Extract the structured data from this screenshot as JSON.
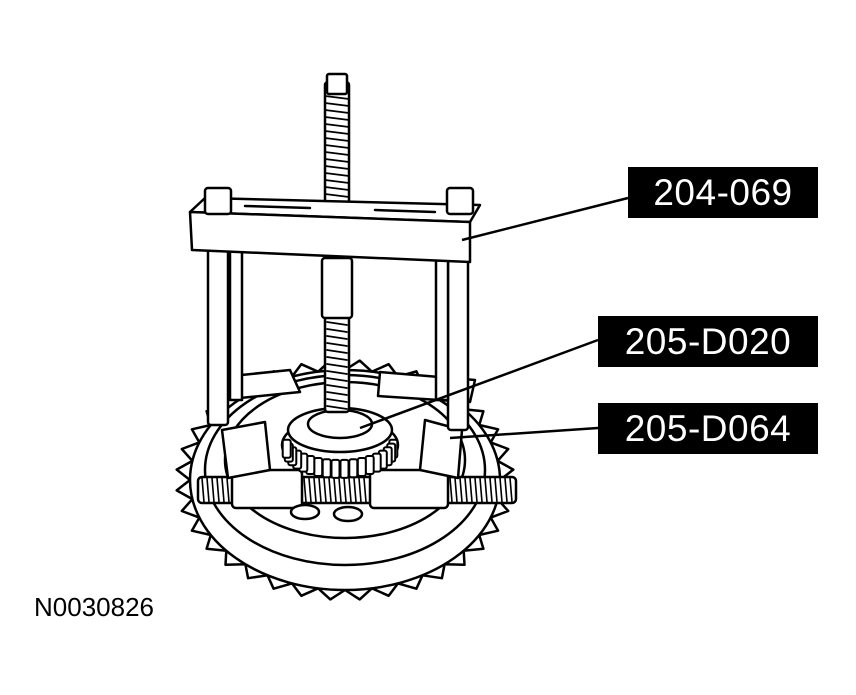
{
  "callouts": {
    "puller": "204-069",
    "cup": "205-D020",
    "bearing_tool": "205-D064"
  },
  "figure_id": "N0030826",
  "colors": {
    "ink": "#000000",
    "paper": "#ffffff"
  }
}
